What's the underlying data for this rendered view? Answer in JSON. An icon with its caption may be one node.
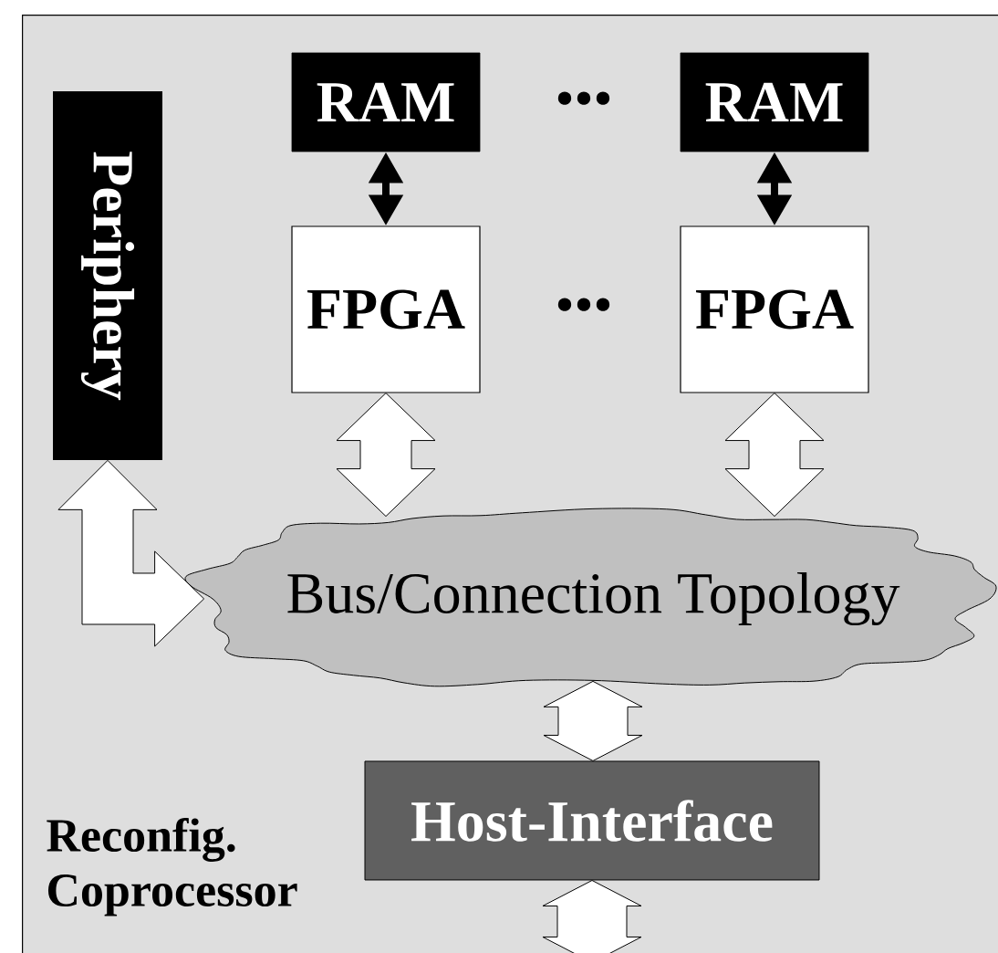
{
  "diagram": {
    "nodes": [
      {
        "text": [
          "Reconfig. Coprocessor"
        ]
      },
      {
        "text": [
          "Periphery"
        ],
        "in": 0
      },
      {
        "text": [
          "RAM"
        ],
        "in": 0
      },
      {
        "text": [
          "RAM"
        ],
        "in": 0
      },
      {
        "text": [
          "FPGA"
        ],
        "in": 0
      },
      {
        "text": [
          "FPGA"
        ],
        "in": 0
      },
      {
        "text": [
          "Bus/Connection Topology"
        ],
        "in": 0
      },
      {
        "text": [
          "Host-Interface"
        ],
        "in": 0
      }
    ],
    "edges": [
      {
        "from": 2,
        "to": 4,
        "arrow": "both"
      },
      {
        "from": 3,
        "to": 5,
        "arrow": "both"
      },
      {
        "from": 4,
        "to": 6,
        "arrow": "both"
      },
      {
        "from": 5,
        "to": 6,
        "arrow": "both"
      },
      {
        "from": 1,
        "to": 6,
        "arrow": "both"
      },
      {
        "from": 6,
        "to": 7,
        "arrow": "both"
      },
      {
        "from": 7,
        "to": null,
        "arrow": "both"
      }
    ],
    "labels": [
      "•••",
      "•••"
    ]
  }
}
